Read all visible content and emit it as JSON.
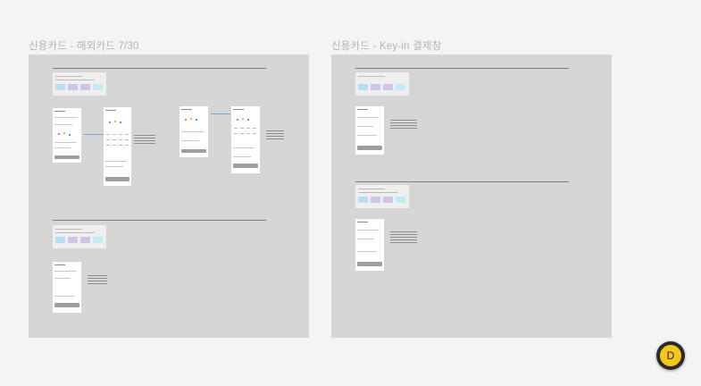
{
  "canvas": {
    "frames": [
      {
        "title": "신용카드 - 해외카드 7/30"
      },
      {
        "title": "신용카드 - Key-in 결제창"
      }
    ]
  },
  "user": {
    "avatar_initial": "D"
  },
  "colors": {
    "canvas_bg": "#f4f4f4",
    "frame_bg": "#d6d6d6",
    "node_blue": "#b9ddf4",
    "node_purple": "#cfc4e8",
    "avatar_bg": "#f3c623"
  }
}
